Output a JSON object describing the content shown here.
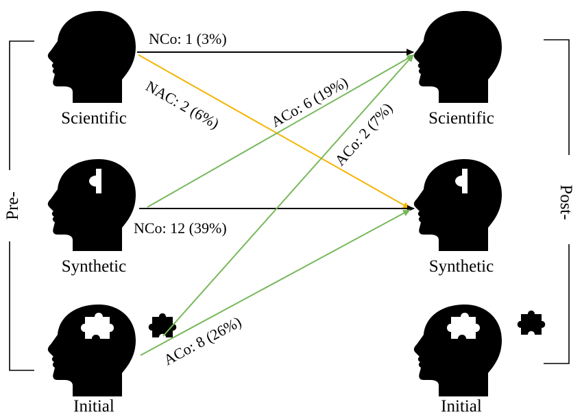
{
  "sides": {
    "pre": "Pre-",
    "post": "Post-"
  },
  "nodes": {
    "pre": [
      {
        "id": "pre-scientific",
        "label": "Scientific",
        "icon": "head-icon"
      },
      {
        "id": "pre-synthetic",
        "label": "Synthetic",
        "icon": "head-puzzle-edge-icon"
      },
      {
        "id": "pre-initial",
        "label": "Initial",
        "icon": "head-puzzle-hole-icon"
      }
    ],
    "post": [
      {
        "id": "post-scientific",
        "label": "Scientific",
        "icon": "head-icon"
      },
      {
        "id": "post-synthetic",
        "label": "Synthetic",
        "icon": "head-puzzle-edge-icon"
      },
      {
        "id": "post-initial",
        "label": "Initial",
        "icon": "head-puzzle-hole-icon"
      }
    ]
  },
  "edges": [
    {
      "id": "sci-sci",
      "from": "pre-scientific",
      "to": "post-scientific",
      "label": "NCo: 1 (3%)",
      "color": "#000000"
    },
    {
      "id": "sci-syn",
      "from": "pre-scientific",
      "to": "post-synthetic",
      "label": "NAC: 2 (6%)",
      "color": "#f5b400"
    },
    {
      "id": "syn-sci",
      "from": "pre-synthetic",
      "to": "post-scientific",
      "label": "ACo: 6 (19%)",
      "color": "#77b85a"
    },
    {
      "id": "syn-syn",
      "from": "pre-synthetic",
      "to": "post-synthetic",
      "label": "NCo: 12 (39%)",
      "color": "#000000"
    },
    {
      "id": "ini-sci",
      "from": "pre-initial",
      "to": "post-scientific",
      "label": "ACo: 2 (7%)",
      "color": "#77b85a"
    },
    {
      "id": "ini-syn",
      "from": "pre-initial",
      "to": "post-synthetic",
      "label": "ACo: 8 (26%)",
      "color": "#77b85a"
    }
  ],
  "colors": {
    "ink": "#000000",
    "change_arrow": "#77b85a",
    "no_change_arrow": "#000000",
    "alternative_arrow": "#f5b400"
  }
}
